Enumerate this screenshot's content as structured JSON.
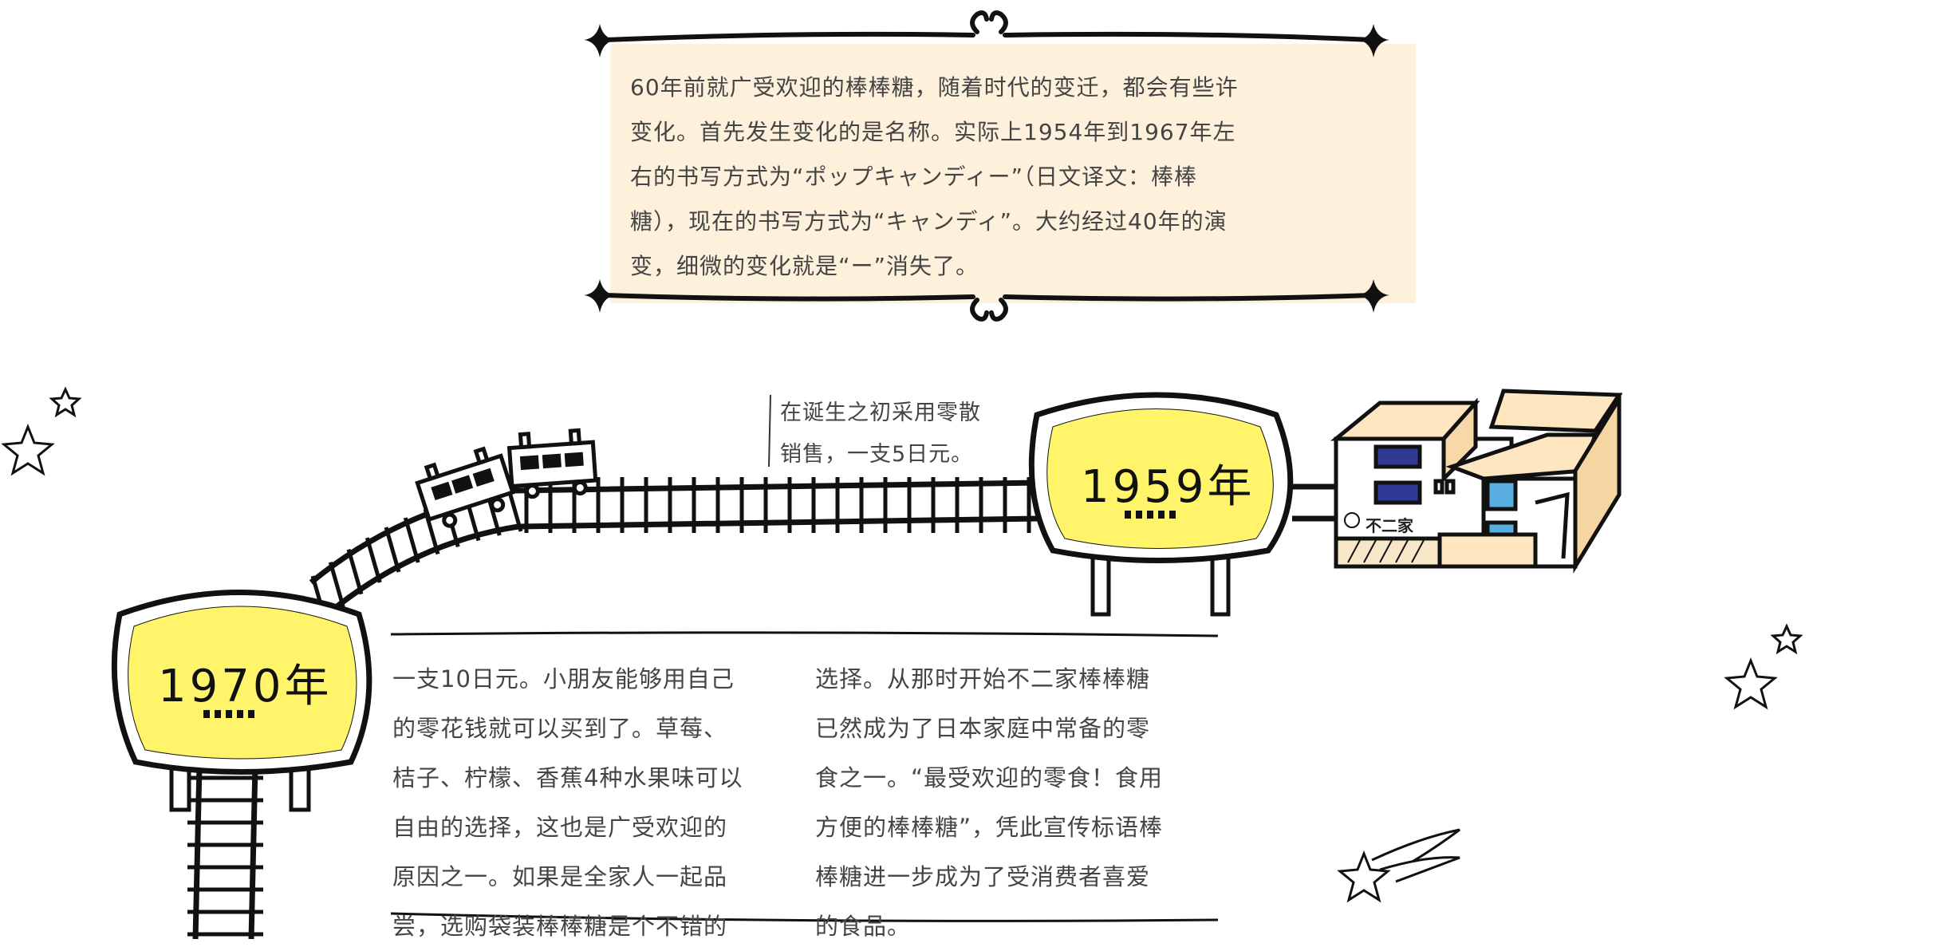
{
  "intro": {
    "lines": [
      "60年前就广受欢迎的棒棒糖，随着时代的变迁，都会有些许",
      "变化。首先发生变化的是名称。实际上1954年到1967年左",
      "右的书写方式为“ポップキャンディー”（日文译文：棒棒",
      "糖），现在的书写方式为“キャンディ”。大约经过40年的演",
      "变，细微的变化就是“ー”消失了。"
    ]
  },
  "milestones": {
    "y1959": {
      "year": "1959年",
      "note": [
        "在诞生之初采用零散",
        "销售，一支5日元。"
      ]
    },
    "y1970": {
      "year": "1970年"
    }
  },
  "building": {
    "brand": "不二家"
  },
  "body": {
    "left": [
      "一支10日元。小朋友能够用自己",
      "的零花钱就可以买到了。草莓、",
      "桔子、柠檬、香蕉4种水果味可以",
      "自由的选择，这也是广受欢迎的",
      "原因之一。如果是全家人一起品",
      "尝，选购袋装棒棒糖是个不错的"
    ],
    "right": [
      "选择。从那时开始不二家棒棒糖",
      "已然成为了日本家庭中常备的零",
      "食之一。“最受欢迎的零食！食用",
      "方便的棒棒糖”，凭此宣传标语棒",
      "棒糖进一步成为了受消费者喜爱",
      "的食品。"
    ]
  },
  "colors": {
    "sign": "#fff46a",
    "cream": "#fdf1dc",
    "window_blue": "#2e3a94",
    "window_light": "#5aaee0"
  }
}
